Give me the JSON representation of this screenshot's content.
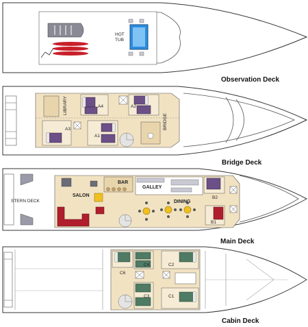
{
  "decks": [
    {
      "title": "Observation Deck",
      "labels": {
        "hot_tub_line1": "HOT",
        "hot_tub_line2": "TUB"
      }
    },
    {
      "title": "Bridge Deck",
      "labels": {
        "library": "LIBRARY",
        "bridge": "BRIDGE",
        "a1": "A1",
        "a2": "A2",
        "a3": "A3",
        "a4": "A4"
      }
    },
    {
      "title": "Main Deck",
      "labels": {
        "stern_deck": "STERN DECK",
        "salon": "SALON",
        "bar": "BAR",
        "galley": "GALLEY",
        "dining": "DINING",
        "b1": "B1",
        "b2": "B2"
      }
    },
    {
      "title": "Cabin Deck",
      "labels": {
        "c1": "C1",
        "c2": "C2",
        "c3": "C3",
        "c4": "C4",
        "c6": "C6"
      }
    }
  ],
  "colors": {
    "floor": "#f1e2c2",
    "bed_purple": "#6c4f86",
    "bed_green": "#4f7a63",
    "hot_tub": "#2d8de0",
    "sofa": "#b01e2e",
    "dining_table": "#f0c020"
  }
}
